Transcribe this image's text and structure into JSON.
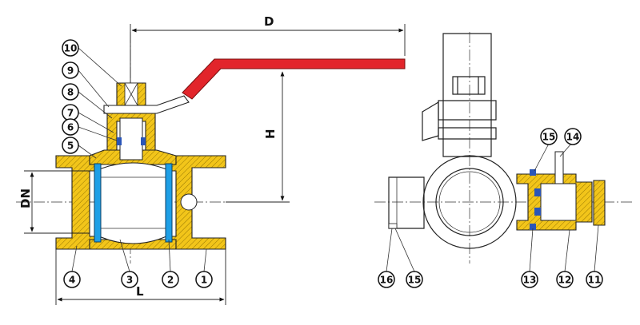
{
  "colors": {
    "brass": "#f2c51a",
    "handle": "#e2252b",
    "seal": "#1e9fe6",
    "oring": "#2a55b8",
    "line": "#222222"
  },
  "dimensions": {
    "d": "D",
    "h": "H",
    "dn": "DN",
    "l": "L"
  },
  "parts": {
    "p1": "1",
    "p2": "2",
    "p3": "3",
    "p4": "4",
    "p5": "5",
    "p6": "6",
    "p7": "7",
    "p8": "8",
    "p9": "9",
    "p10": "10",
    "p11": "11",
    "p12": "12",
    "p13": "13",
    "p14": "14",
    "p15a": "15",
    "p15b": "15",
    "p16": "16"
  }
}
